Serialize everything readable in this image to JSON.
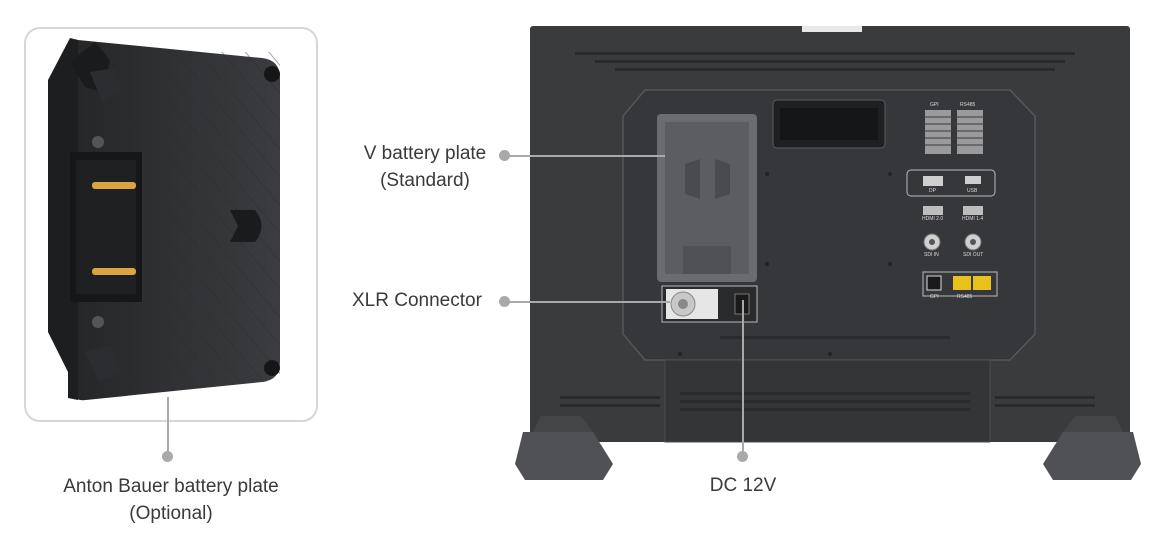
{
  "labels": {
    "v_plate_line1": "V battery plate",
    "v_plate_line2": "(Standard)",
    "xlr": "XLR Connector",
    "dc": "DC 12V",
    "ab_plate_line1": "Anton Bauer battery plate",
    "ab_plate_line2": "(Optional)"
  },
  "panel_marks": {
    "gpi": "GPI",
    "rs485": "RS485",
    "dp": "DP",
    "usb": "USB",
    "hdmi20": "HDMI 2.0",
    "hdmi14": "HDMI 1.4",
    "sdi_in": "SDI IN",
    "sdi_out": "SDI OUT",
    "gpi_port": "GPI",
    "rs485_port": "RS485"
  },
  "colors": {
    "monitor_body": "#3a3b3d",
    "panel_edge": "#55575a",
    "callout_gray": "#a9a9a9",
    "pin_gold": "#d9a441",
    "rj45_yellow": "#e8c21a"
  }
}
